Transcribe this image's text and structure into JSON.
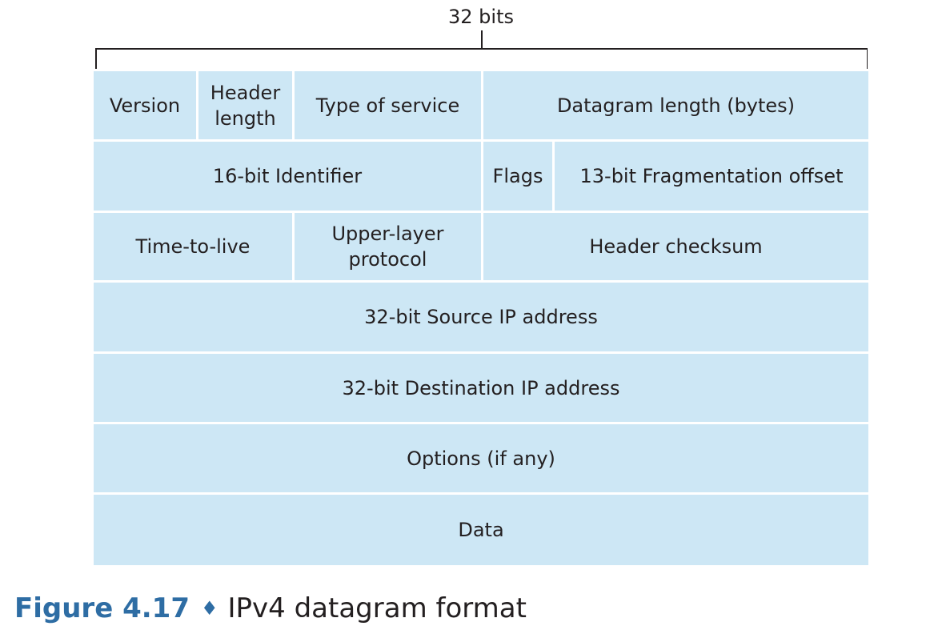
{
  "width_label": "32 bits",
  "rows": [
    {
      "cells": [
        {
          "name": "version",
          "label": "Version"
        },
        {
          "name": "header-length",
          "label": "Header\nlength"
        },
        {
          "name": "type-of-service",
          "label": "Type of service"
        },
        {
          "name": "datagram-length",
          "label": "Datagram length (bytes)"
        }
      ]
    },
    {
      "cells": [
        {
          "name": "identifier",
          "label": "16-bit Identifier"
        },
        {
          "name": "flags",
          "label": "Flags"
        },
        {
          "name": "fragmentation-offset",
          "label": "13-bit Fragmentation offset"
        }
      ]
    },
    {
      "cells": [
        {
          "name": "time-to-live",
          "label": "Time-to-live"
        },
        {
          "name": "upper-layer-protocol",
          "label": "Upper-layer\nprotocol"
        },
        {
          "name": "header-checksum",
          "label": "Header checksum"
        }
      ]
    },
    {
      "cells": [
        {
          "name": "source-ip",
          "label": "32-bit Source IP address"
        }
      ]
    },
    {
      "cells": [
        {
          "name": "destination-ip",
          "label": "32-bit Destination IP address"
        }
      ]
    },
    {
      "cells": [
        {
          "name": "options",
          "label": "Options (if any)"
        }
      ]
    },
    {
      "cells": [
        {
          "name": "data",
          "label": "Data"
        }
      ]
    }
  ],
  "caption": {
    "figure": "Figure 4.17",
    "separator": "♦",
    "title": "IPv4 datagram format"
  },
  "colors": {
    "cell_fill": "#cde7f5",
    "figure_label": "#2e6da4",
    "text": "#231f20"
  }
}
